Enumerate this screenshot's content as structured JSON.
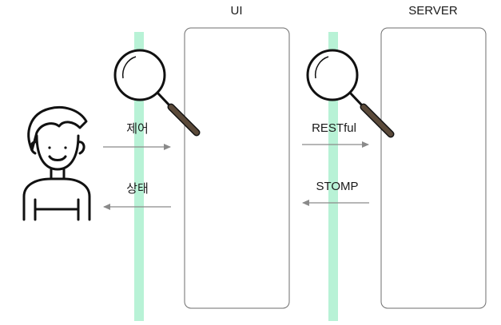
{
  "columns": {
    "ui_title": "UI",
    "server_title": "SERVER"
  },
  "arrows": {
    "control": "제어",
    "status": "상태",
    "restful": "RESTful",
    "stomp": "STOMP"
  },
  "colors": {
    "lane": "#b8f2d6",
    "box_stroke": "#6e6e6e",
    "arrow": "#8a8a8a",
    "ink": "#111111",
    "magnifier_handle": "#5b4a3a"
  },
  "icons": {
    "person": "user-icon",
    "magnifier": "magnifier-icon"
  }
}
